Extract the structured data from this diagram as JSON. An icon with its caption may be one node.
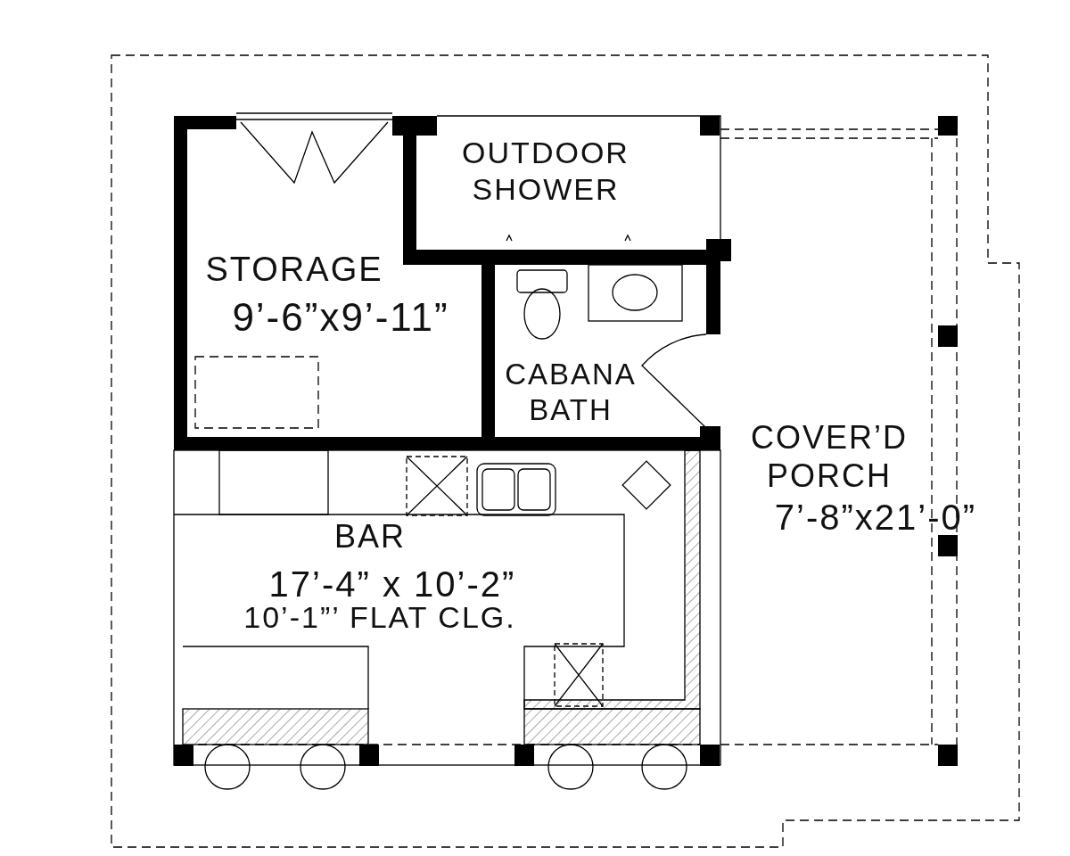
{
  "diagram": {
    "labels": [
      "OUTDOOR SHOWER",
      "STORAGE",
      "9’-6”x9’-11”",
      "CABANA BATH",
      "COVER’D PORCH",
      "7’-8”x21’-0”",
      "BAR",
      "17’-4” x 10’-2”",
      "10’-1”’ FLAT CLG."
    ]
  }
}
